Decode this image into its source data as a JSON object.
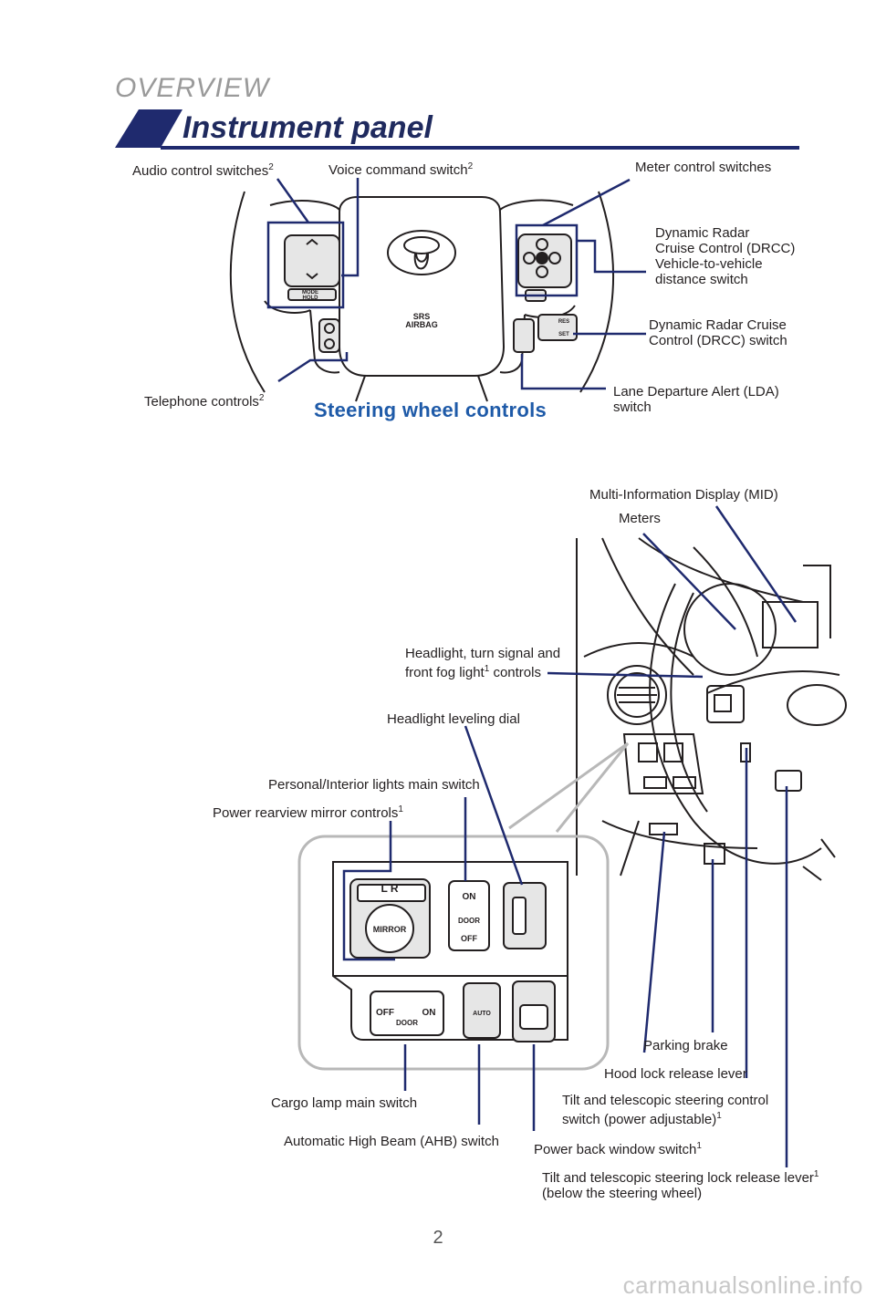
{
  "header": {
    "section": "OVERVIEW",
    "title": "Instrument panel"
  },
  "steering_wheel": {
    "title": "Steering wheel controls",
    "logo_text": "SRS AIRBAG",
    "labels": {
      "audio": "Audio control switches",
      "voice": "Voice command switch",
      "meter": "Meter control switches",
      "drcc_distance_l1": "Dynamic Radar",
      "drcc_distance_l2": "Cruise Control (DRCC)",
      "drcc_distance_l3": "Vehicle-to-vehicle",
      "drcc_distance_l4": "distance switch",
      "drcc_l1": "Dynamic Radar Cruise",
      "drcc_l2": "Control (DRCC) switch",
      "lda_l1": "Lane Departure Alert (LDA)",
      "lda_l2": "switch",
      "telephone": "Telephone controls"
    },
    "superscripts": {
      "audio": "2",
      "voice": "2",
      "telephone": "2"
    },
    "buttons": {
      "mode": "MODE",
      "hold": "HOLD",
      "res": "RES",
      "set": "SET"
    }
  },
  "dashboard": {
    "labels": {
      "mid": "Multi-Information Display (MID)",
      "meters": "Meters",
      "headlight_l1": "Headlight, turn signal and",
      "headlight_l2a": "front fog light",
      "headlight_l2b": " controls",
      "leveling": "Headlight leveling dial",
      "personal": "Personal/Interior lights main switch",
      "mirror": "Power rearview mirror controls",
      "parking": "Parking brake",
      "hood": "Hood lock release lever",
      "tilt_power_l1": "Tilt and telescopic steering control",
      "tilt_power_l2": "switch (power adjustable)",
      "cargo": "Cargo lamp main switch",
      "ahb": "Automatic High Beam (AHB) switch",
      "power_window": "Power back window switch",
      "tilt_lock_l1": "Tilt and telescopic steering lock release lever",
      "tilt_lock_l2": "(below the steering wheel)"
    },
    "superscripts": {
      "headlight": "1",
      "mirror": "1",
      "tilt_power": "1",
      "power_window": "1",
      "tilt_lock": "1"
    },
    "switch_text": {
      "lr": "L  R",
      "mirror": "MIRROR",
      "on": "ON",
      "door": "DOOR",
      "off": "OFF",
      "cargo_off": "OFF",
      "cargo_on": "ON",
      "cargo_door": "DOOR",
      "auto": "AUTO"
    }
  },
  "footer": {
    "page_number": "2",
    "watermark": "carmanualsonline.info"
  },
  "colors": {
    "accent": "#1e5aa8",
    "leader": "#1f2a6e",
    "title_bar": "#1f2a6e"
  }
}
